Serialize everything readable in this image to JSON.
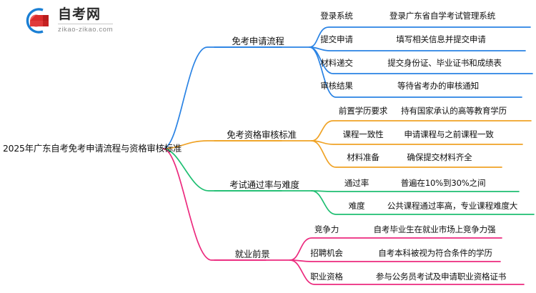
{
  "logo": {
    "name_cn": "自考网",
    "domain": "zikao-zikao.com",
    "mark_icon": "graduation-cap-icon",
    "arc_color": "#1a7fd4",
    "cap_color": "#e03a3a"
  },
  "root": {
    "title": "2025年广东自考免考申请流程与资格审核标准"
  },
  "colors": {
    "branch_1": "#2a83e4",
    "branch_2": "#f0a326",
    "branch_3": "#1fbf72",
    "branch_4": "#ec2a7e"
  },
  "branches": [
    {
      "label": "免考申请流程",
      "color": "#2a83e4",
      "leaves": [
        {
          "label": "登录系统",
          "detail": "登录广东省自学考试管理系统"
        },
        {
          "label": "提交申请",
          "detail": "填写相关信息并提交申请"
        },
        {
          "label": "材料递交",
          "detail": "提交身份证、毕业证书和成绩表"
        },
        {
          "label": "审核结果",
          "detail": "等待省考办的审核通知"
        }
      ]
    },
    {
      "label": "免考资格审核标准",
      "color": "#f0a326",
      "leaves": [
        {
          "label": "前置学历要求",
          "detail": "持有国家承认的高等教育学历"
        },
        {
          "label": "课程一致性",
          "detail": "申请课程与之前课程一致"
        },
        {
          "label": "材料准备",
          "detail": "确保提交材料齐全"
        }
      ]
    },
    {
      "label": "考试通过率与难度",
      "color": "#1fbf72",
      "leaves": [
        {
          "label": "通过率",
          "detail": "普遍在10%到30%之间"
        },
        {
          "label": "难度",
          "detail": "公共课程通过率高，专业课程难度大"
        }
      ]
    },
    {
      "label": "就业前景",
      "color": "#ec2a7e",
      "leaves": [
        {
          "label": "竞争力",
          "detail": "自考毕业生在就业市场上竞争力强"
        },
        {
          "label": "招聘机会",
          "detail": "自考本科被视为符合条件的学历"
        },
        {
          "label": "职业资格",
          "detail": "参与公务员考试及申请职业资格证书"
        }
      ]
    }
  ]
}
